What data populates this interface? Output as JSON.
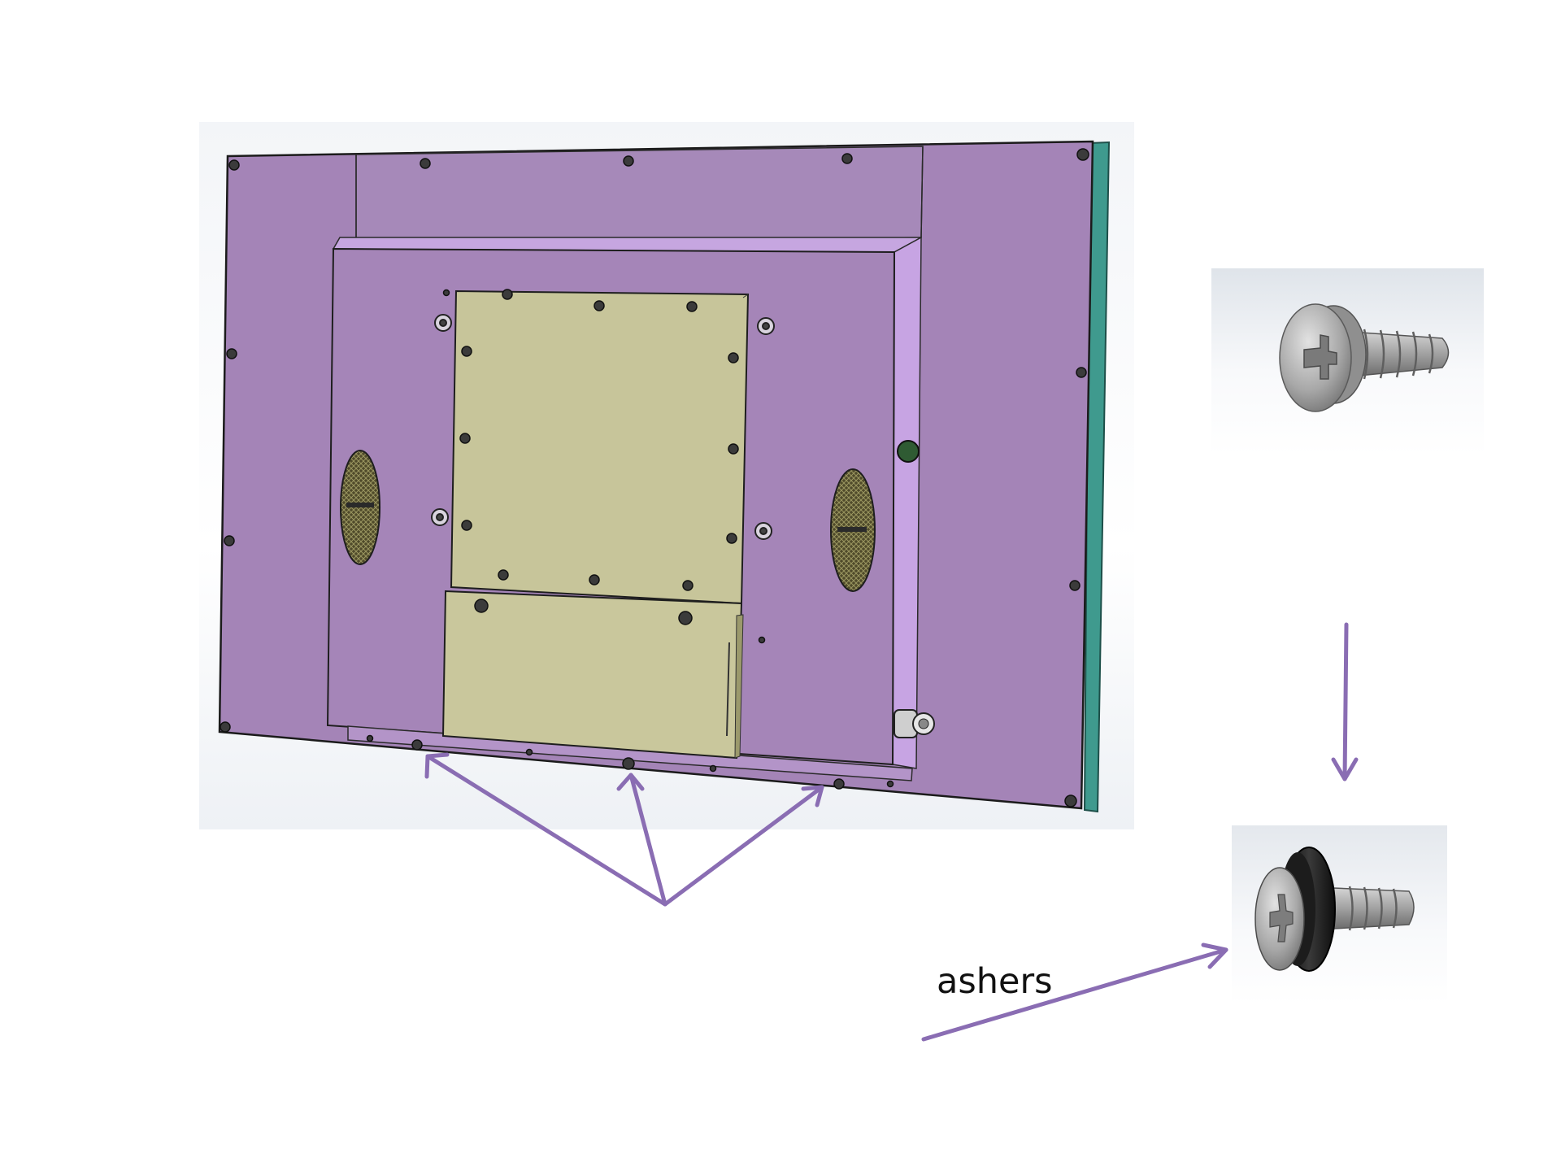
{
  "callout": {
    "label": "ashers"
  },
  "colors": {
    "panel": "#a484b7",
    "panel_light": "#c3a0df",
    "mount_plate": "#c7c59a",
    "arrow": "#8a6db3",
    "screw": "#9a9a9a",
    "washer": "#222222"
  },
  "icons": {
    "screw": "pan-head-phillips-screw",
    "screw_with_washer": "screw-with-rubber-washer"
  }
}
